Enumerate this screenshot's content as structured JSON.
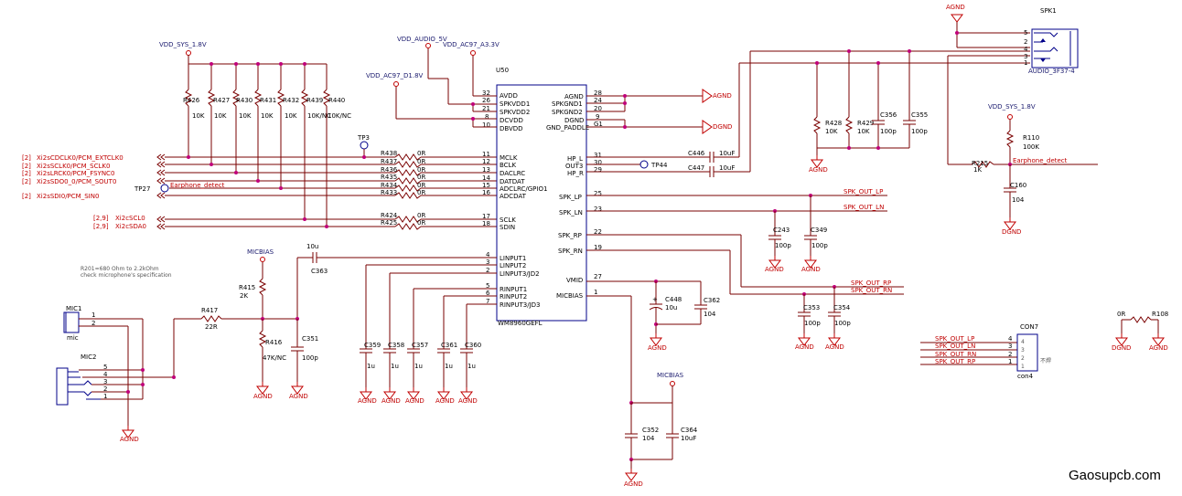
{
  "rails": {
    "vdd_sys_1": "VDD_SYS_1.8V",
    "vdd_audio": "VDD_AUDIO_5V",
    "vdd_ac97_a": "VDD_AC97_A3.3V",
    "vdd_ac97_d": "VDD_AC97_D1.8V",
    "micbias": "MICBIAS",
    "agnd": "AGND",
    "dgnd": "DGND",
    "vdd_sys_2": "VDD_SYS_1.8V"
  },
  "ic": {
    "ref": "U50",
    "part": "WM8960GEFL",
    "left_pins": [
      {
        "num": "32",
        "name": "AVDD"
      },
      {
        "num": "26",
        "name": "SPKVDD1"
      },
      {
        "num": "21",
        "name": "SPKVDD2"
      },
      {
        "num": "8",
        "name": "DCVDD"
      },
      {
        "num": "10",
        "name": "DBVDD"
      },
      {
        "num": "11",
        "name": "MCLK"
      },
      {
        "num": "12",
        "name": "BCLK"
      },
      {
        "num": "13",
        "name": "DACLRC"
      },
      {
        "num": "14",
        "name": "DATDAT"
      },
      {
        "num": "15",
        "name": "ADCLRC/GPIO1"
      },
      {
        "num": "16",
        "name": "ADCDAT"
      },
      {
        "num": "17",
        "name": "SCLK"
      },
      {
        "num": "18",
        "name": "SDIN"
      },
      {
        "num": "4",
        "name": "LINPUT1"
      },
      {
        "num": "3",
        "name": "LINPUT2"
      },
      {
        "num": "2",
        "name": "LINPUT3/JD2"
      },
      {
        "num": "5",
        "name": "RINPUT1"
      },
      {
        "num": "6",
        "name": "RINPUT2"
      },
      {
        "num": "7",
        "name": "RINPUT3/JD3"
      }
    ],
    "right_pins": [
      {
        "num": "28",
        "name": "AGND"
      },
      {
        "num": "24",
        "name": "SPKGND1"
      },
      {
        "num": "20",
        "name": "SPKGND2"
      },
      {
        "num": "9",
        "name": "DGND"
      },
      {
        "num": "G1",
        "name": "GND_PADDLE"
      },
      {
        "num": "31",
        "name": "HP_L"
      },
      {
        "num": "30",
        "name": "OUT3"
      },
      {
        "num": "29",
        "name": "HP_R"
      },
      {
        "num": "25",
        "name": "SPK_LP"
      },
      {
        "num": "23",
        "name": "SPK_LN"
      },
      {
        "num": "22",
        "name": "SPK_RP"
      },
      {
        "num": "19",
        "name": "SPK_RN"
      },
      {
        "num": "27",
        "name": "VMID"
      },
      {
        "num": "1",
        "name": "MICBIAS"
      }
    ]
  },
  "pullups": [
    {
      "ref": "R426",
      "val": "10K"
    },
    {
      "ref": "R427",
      "val": "10K"
    },
    {
      "ref": "R430",
      "val": "10K"
    },
    {
      "ref": "R431",
      "val": "10K"
    },
    {
      "ref": "R432",
      "val": "10K"
    },
    {
      "ref": "R439",
      "val": "10K/NC"
    },
    {
      "ref": "R440",
      "val": "10K/NC"
    }
  ],
  "series": [
    {
      "ref": "R438",
      "val": "0R"
    },
    {
      "ref": "R437",
      "val": "0R"
    },
    {
      "ref": "R436",
      "val": "0R"
    },
    {
      "ref": "R435",
      "val": "0R"
    },
    {
      "ref": "R434",
      "val": "0R"
    },
    {
      "ref": "R433",
      "val": "0R"
    },
    {
      "ref": "R424",
      "val": "0R"
    },
    {
      "ref": "R425",
      "val": "0R"
    }
  ],
  "nets": {
    "i2s": [
      {
        "tag": "[2]",
        "name": "Xi2sCDCLK0/PCM_EXTCLK0"
      },
      {
        "tag": "[2]",
        "name": "Xi2sSCLK0/PCM_SCLK0"
      },
      {
        "tag": "[2]",
        "name": "Xi2sLRCK0/PCM_FSYNC0"
      },
      {
        "tag": "[2]",
        "name": "Xi2sSDO0_0/PCM_SOUT0"
      },
      {
        "tag": "[2]",
        "name": "Xi2sSDI0/PCM_SIN0"
      }
    ],
    "i2c": [
      {
        "tag": "[2,9]",
        "name": "Xi2cSCL0"
      },
      {
        "tag": "[2,9]",
        "name": "Xi2cSDA0"
      }
    ],
    "earphone": "Earphone_detect",
    "spk_out_lp": "SPK_OUT_LP",
    "spk_out_ln": "SPK_OUT_LN",
    "spk_out_rp": "SPK_OUT_RP",
    "spk_out_rn": "SPK_OUT_RN"
  },
  "testpoints": {
    "tp3": "TP3",
    "tp27": "TP27",
    "tp44": "TP44"
  },
  "mic": {
    "mic1": "MIC1",
    "mic1_sub": "mic",
    "mic2": "MIC2",
    "note_line1": "R201=680 Ohm to 2.2kOhm",
    "note_line2": "check microphone's specification"
  },
  "components": {
    "c363": "C363",
    "c363v": "10u",
    "r415": "R415",
    "r415v": "2K",
    "r417": "R417",
    "r417v": "22R",
    "r416": "R416",
    "r416v": "47K/NC",
    "c351": "C351",
    "c351v": "100p",
    "c359": "C359",
    "c358": "C358",
    "c357": "C357",
    "c361": "C361",
    "c360": "C360",
    "c1u": "1u",
    "c446": "C446",
    "c447": "C447",
    "c10uf": "10uF",
    "c448": "C448",
    "c448v": "10u",
    "c362": "C362",
    "c362v": "104",
    "c352": "C352",
    "c352v": "104",
    "c364": "C364",
    "c364v": "10uF",
    "c243": "C243",
    "c349": "C349",
    "c353": "C353",
    "c354": "C354",
    "c100p": "100p",
    "r428": "R428",
    "r429": "R429",
    "r10k": "10K",
    "c356": "C356",
    "c355": "C355",
    "r110": "R110",
    "r110v": "100K",
    "r215": "R215",
    "r215v": "1K",
    "c160": "C160",
    "c160v": "104",
    "r108": "R108",
    "r108v": "0R"
  },
  "spk1": {
    "ref": "SPK1",
    "part": "AUDIO_3F37-4",
    "pins": [
      "5",
      "2",
      "4",
      "3",
      "1"
    ]
  },
  "con7": {
    "ref": "CON7",
    "part": "con4",
    "note": "不焊",
    "pins": [
      "4",
      "3",
      "2",
      "1"
    ],
    "nets": [
      "SPK_OUT_LP",
      "SPK_OUT_LN",
      "SPK_OUT_RN",
      "SPK_OUT_RP"
    ]
  },
  "mic2_pins": [
    "5",
    "4",
    "3",
    "2",
    "1"
  ],
  "mic1_pins": [
    "1",
    "2"
  ],
  "watermark": "Gaosupcb.com"
}
